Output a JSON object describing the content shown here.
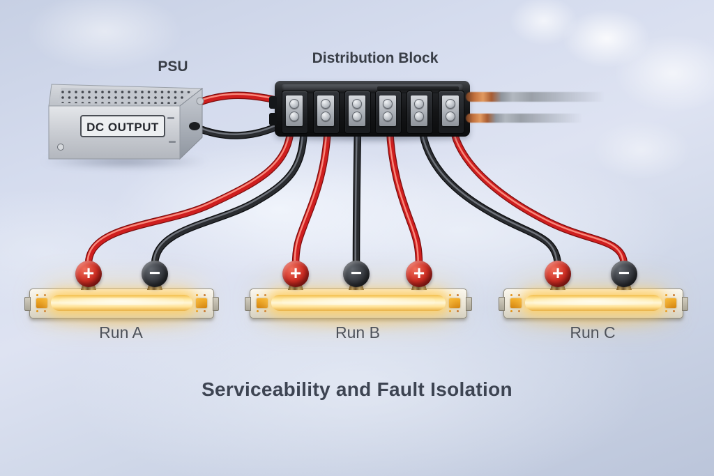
{
  "scene": {
    "title": "Serviceability and Fault Isolation",
    "psu": {
      "label": "PSU",
      "front_text": "DC OUTPUT"
    },
    "distribution_block": {
      "label": "Distribution Block",
      "terminal_count": 6
    },
    "runs": [
      {
        "id": "run-a",
        "label": "Run A",
        "terminals": [
          {
            "polarity": "+"
          },
          {
            "polarity": "−"
          }
        ]
      },
      {
        "id": "run-b",
        "label": "Run B",
        "terminals": [
          {
            "polarity": "+"
          },
          {
            "polarity": "−"
          },
          {
            "polarity": "+"
          }
        ]
      },
      {
        "id": "run-c",
        "label": "Run C",
        "terminals": [
          {
            "polarity": "+"
          },
          {
            "polarity": "−"
          }
        ]
      }
    ],
    "connections": [
      {
        "from": "psu-dc-output",
        "to": "distribution-block-input",
        "wire": "red"
      },
      {
        "from": "psu-dc-output",
        "to": "distribution-block-input",
        "wire": "black"
      },
      {
        "from": "block-terminal-1",
        "to": "run-a-terminal-plus",
        "wire": "red"
      },
      {
        "from": "block-terminal-1",
        "to": "run-a-terminal-minus",
        "wire": "black"
      },
      {
        "from": "block-terminal-2",
        "to": "run-b-terminal-plus-left",
        "wire": "red"
      },
      {
        "from": "block-terminal-3",
        "to": "run-b-terminal-minus",
        "wire": "black"
      },
      {
        "from": "block-terminal-4",
        "to": "run-b-terminal-plus-right",
        "wire": "red"
      },
      {
        "from": "block-terminal-5",
        "to": "run-c-terminal-plus",
        "wire": "black"
      },
      {
        "from": "block-terminal-6",
        "to": "run-c-terminal-minus",
        "wire": "red"
      }
    ],
    "colors": {
      "wire_red": "#cf1e1e",
      "wire_black": "#2a2c30",
      "terminal_positive": "#c4302a",
      "terminal_negative": "#34373c",
      "led_glow": "#ffda79",
      "title_text": "#3d4452"
    }
  }
}
